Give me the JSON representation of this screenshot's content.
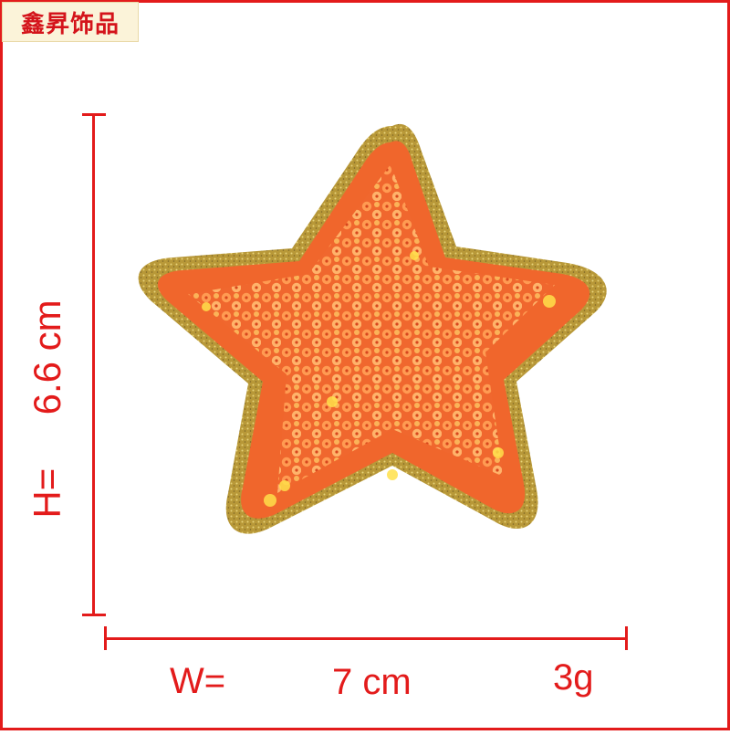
{
  "brand": {
    "name": "鑫昇饰品"
  },
  "dimensions": {
    "height_label": "H=",
    "height_value": "6.6 cm",
    "width_label": "W=",
    "width_value": "7 cm",
    "weight": "3g"
  },
  "product": {
    "description_icon": "star-patch-icon",
    "colors": {
      "border_glitter": "#b99a3a",
      "embroidery": "#f26a2e",
      "sequins": "#ff9a4a",
      "sequin_highlight": "#ffe04a"
    }
  },
  "colors": {
    "accent": "#e31b1b",
    "background": "#ffffff"
  }
}
